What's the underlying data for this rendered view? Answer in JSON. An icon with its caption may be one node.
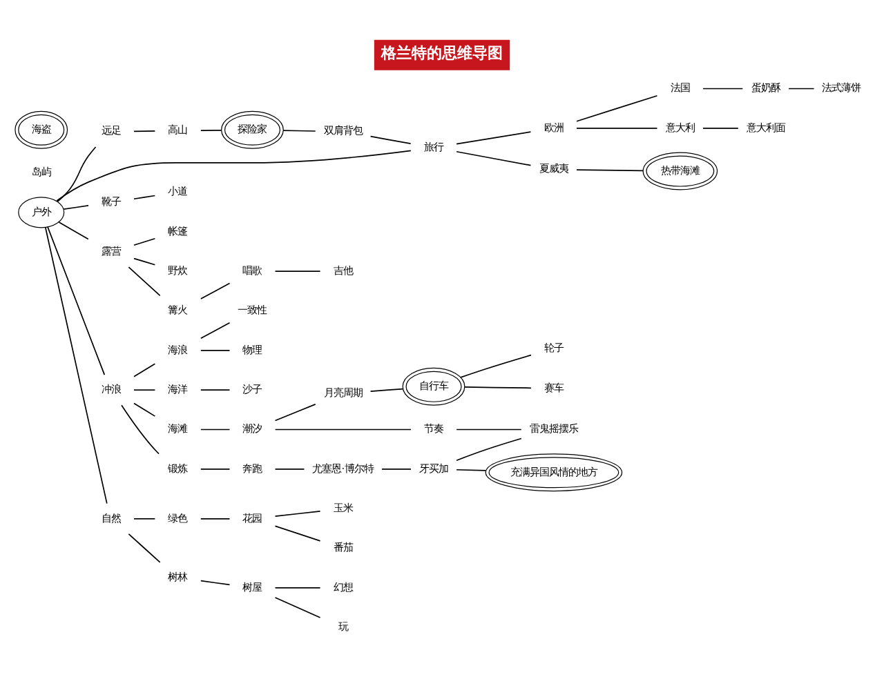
{
  "diagram": {
    "title": "格兰特的思维导图",
    "nodes": [
      {
        "text": [
          "户外"
        ]
      },
      {
        "text": [
          "远足"
        ]
      },
      {
        "text": [
          "高山"
        ]
      },
      {
        "text": [
          "探险家"
        ]
      },
      {
        "text": [
          "双肩背包"
        ]
      },
      {
        "text": [
          "旅行"
        ]
      },
      {
        "text": [
          "欧洲"
        ]
      },
      {
        "text": [
          "法国"
        ]
      },
      {
        "text": [
          "蛋奶酥"
        ]
      },
      {
        "text": [
          "法式薄饼"
        ]
      },
      {
        "text": [
          "意大利"
        ]
      },
      {
        "text": [
          "意大利面"
        ]
      },
      {
        "text": [
          "夏威夷"
        ]
      },
      {
        "text": [
          "热带海滩"
        ]
      },
      {
        "text": [
          "靴子"
        ]
      },
      {
        "text": [
          "小道"
        ]
      },
      {
        "text": [
          "帐篷"
        ]
      },
      {
        "text": [
          "露营"
        ]
      },
      {
        "text": [
          "野炊"
        ]
      },
      {
        "text": [
          "篝火"
        ]
      },
      {
        "text": [
          "唱歌"
        ]
      },
      {
        "text": [
          "吉他"
        ]
      },
      {
        "text": [
          "冲浪"
        ]
      },
      {
        "text": [
          "海浪"
        ]
      },
      {
        "text": [
          "一致性"
        ]
      },
      {
        "text": [
          "物理"
        ]
      },
      {
        "text": [
          "海洋"
        ]
      },
      {
        "text": [
          "沙子"
        ]
      },
      {
        "text": [
          "海滩"
        ]
      },
      {
        "text": [
          "潮汐"
        ]
      },
      {
        "text": [
          "月亮周期"
        ]
      },
      {
        "text": [
          "节奏"
        ]
      },
      {
        "text": [
          "雷鬼摇摆乐"
        ]
      },
      {
        "text": [
          "自行车"
        ]
      },
      {
        "text": [
          "轮子"
        ]
      },
      {
        "text": [
          "赛车"
        ]
      },
      {
        "text": [
          "锻炼"
        ]
      },
      {
        "text": [
          "奔跑"
        ]
      },
      {
        "text": [
          "尤塞恩·博尔特"
        ]
      },
      {
        "text": [
          "牙买加"
        ]
      },
      {
        "text": [
          "充满异国风情的地方"
        ]
      },
      {
        "text": [
          "自然"
        ]
      },
      {
        "text": [
          "绿色"
        ]
      },
      {
        "text": [
          "花园"
        ]
      },
      {
        "text": [
          "玉米"
        ]
      },
      {
        "text": [
          "番茄"
        ]
      },
      {
        "text": [
          "树林"
        ]
      },
      {
        "text": [
          "树屋"
        ]
      },
      {
        "text": [
          "幻想"
        ]
      },
      {
        "text": [
          "玩"
        ]
      },
      {
        "text": [
          "岛屿"
        ]
      },
      {
        "text": [
          "海盗"
        ]
      }
    ],
    "edges": [
      {
        "from": 0,
        "to": 1,
        "arrow": "none"
      },
      {
        "from": 1,
        "to": 2,
        "arrow": "none"
      },
      {
        "from": 2,
        "to": 3,
        "arrow": "none"
      },
      {
        "from": 3,
        "to": 4,
        "arrow": "none"
      },
      {
        "from": 4,
        "to": 5,
        "arrow": "none"
      },
      {
        "from": 0,
        "to": 5,
        "arrow": "none"
      },
      {
        "from": 5,
        "to": 6,
        "arrow": "none"
      },
      {
        "from": 6,
        "to": 7,
        "arrow": "none"
      },
      {
        "from": 7,
        "to": 8,
        "arrow": "none"
      },
      {
        "from": 8,
        "to": 9,
        "arrow": "none"
      },
      {
        "from": 6,
        "to": 10,
        "arrow": "none"
      },
      {
        "from": 10,
        "to": 11,
        "arrow": "none"
      },
      {
        "from": 5,
        "to": 12,
        "arrow": "none"
      },
      {
        "from": 12,
        "to": 13,
        "arrow": "none"
      },
      {
        "from": 0,
        "to": 14,
        "arrow": "none"
      },
      {
        "from": 14,
        "to": 15,
        "arrow": "none"
      },
      {
        "from": 0,
        "to": 17,
        "arrow": "none"
      },
      {
        "from": 17,
        "to": 16,
        "arrow": "none"
      },
      {
        "from": 17,
        "to": 18,
        "arrow": "none"
      },
      {
        "from": 17,
        "to": 19,
        "arrow": "none"
      },
      {
        "from": 19,
        "to": 20,
        "arrow": "none"
      },
      {
        "from": 20,
        "to": 21,
        "arrow": "none"
      },
      {
        "from": 0,
        "to": 22,
        "arrow": "none"
      },
      {
        "from": 22,
        "to": 23,
        "arrow": "none"
      },
      {
        "from": 23,
        "to": 24,
        "arrow": "none"
      },
      {
        "from": 23,
        "to": 25,
        "arrow": "none"
      },
      {
        "from": 22,
        "to": 26,
        "arrow": "none"
      },
      {
        "from": 26,
        "to": 27,
        "arrow": "none"
      },
      {
        "from": 22,
        "to": 28,
        "arrow": "none"
      },
      {
        "from": 28,
        "to": 29,
        "arrow": "none"
      },
      {
        "from": 29,
        "to": 30,
        "arrow": "none"
      },
      {
        "from": 29,
        "to": 31,
        "arrow": "none"
      },
      {
        "from": 31,
        "to": 32,
        "arrow": "none"
      },
      {
        "from": 30,
        "to": 33,
        "arrow": "none"
      },
      {
        "from": 33,
        "to": 34,
        "arrow": "none"
      },
      {
        "from": 33,
        "to": 35,
        "arrow": "none"
      },
      {
        "from": 22,
        "to": 36,
        "arrow": "none"
      },
      {
        "from": 36,
        "to": 37,
        "arrow": "none"
      },
      {
        "from": 37,
        "to": 38,
        "arrow": "none"
      },
      {
        "from": 38,
        "to": 39,
        "arrow": "none"
      },
      {
        "from": 39,
        "to": 40,
        "arrow": "none"
      },
      {
        "from": 39,
        "to": 32,
        "arrow": "none"
      },
      {
        "from": 0,
        "to": 41,
        "arrow": "none"
      },
      {
        "from": 41,
        "to": 42,
        "arrow": "none"
      },
      {
        "from": 42,
        "to": 43,
        "arrow": "none"
      },
      {
        "from": 43,
        "to": 44,
        "arrow": "none"
      },
      {
        "from": 43,
        "to": 45,
        "arrow": "none"
      },
      {
        "from": 41,
        "to": 46,
        "arrow": "none"
      },
      {
        "from": 46,
        "to": 47,
        "arrow": "none"
      },
      {
        "from": 47,
        "to": 48,
        "arrow": "none"
      },
      {
        "from": 47,
        "to": 49,
        "arrow": "none"
      }
    ]
  }
}
